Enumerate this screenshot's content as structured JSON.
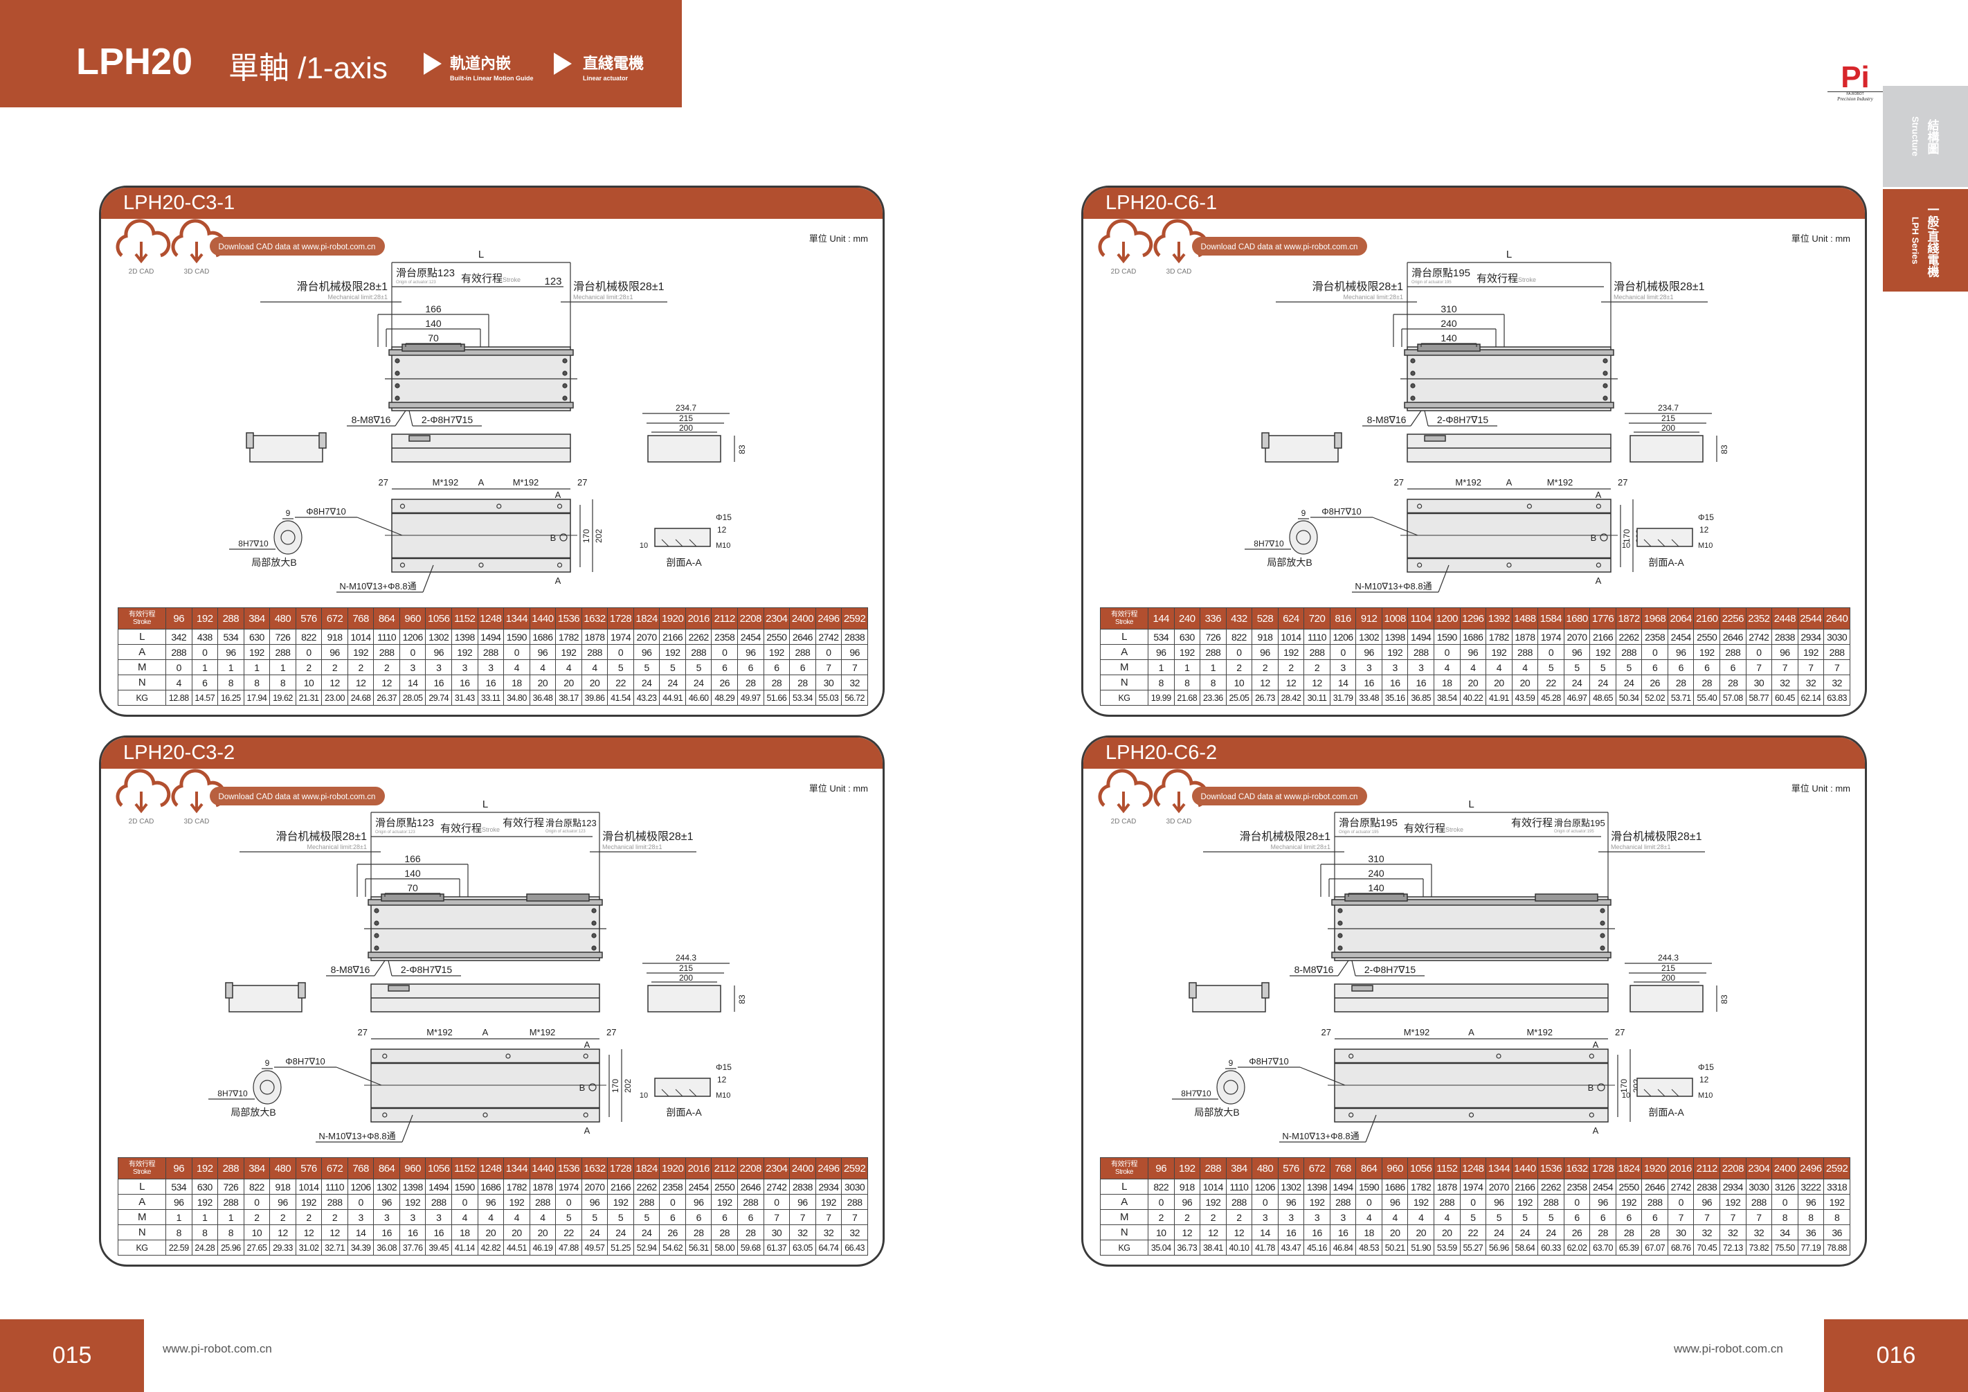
{
  "header": {
    "model": "LPH20",
    "axis": "單軸 /1-axis",
    "feature1_cn": "軌道內嵌",
    "feature1_en": "Built-in Linear Motion Guide",
    "feature2_cn": "直綫電機",
    "feature2_en": "Linear actuator"
  },
  "logo": {
    "mark": "Pi",
    "sub": "FA.ROBOT",
    "tagline": "Precision Industry"
  },
  "side_tabs": [
    {
      "cn": "結構圖",
      "en": "Structure",
      "active": false
    },
    {
      "cn": "一般/直綫電機",
      "en": "LPH Series",
      "active": true
    }
  ],
  "common": {
    "cad2d": "2D CAD",
    "cad3d": "3D CAD",
    "download": "Download CAD data at www.pi-robot.com.cn",
    "unit": "單位 Unit : mm",
    "L": "L",
    "mech_cn": "滑台机械极限28±1",
    "mech_en": "Mechanical limit:28±1",
    "stroke_cn": "有效行程",
    "stroke_en": "Stroke",
    "tap1": "8-M8∇16",
    "tap2": "2-Φ8H7∇15",
    "end_w2": "215",
    "end_w3": "200",
    "end_h": "83",
    "f27": "27",
    "fM": "M*192",
    "fA": "A",
    "fB": "B",
    "f170": "170",
    "f202": "202",
    "pin": "Φ8H7∇10",
    "det9": "9",
    "det_hole": "8H7∇10",
    "det_title": "局部放大B",
    "sec15": "Φ15",
    "sec12": "12",
    "sec10": "10",
    "secM10": "M10",
    "sec_title": "剖面A-A",
    "bottom_holes": "N-M10∇13+Φ8.8通",
    "row_labels": [
      "L",
      "A",
      "M",
      "N",
      "KG"
    ],
    "stroke_head_cn": "有效行程",
    "stroke_head_en": "Stroke"
  },
  "panels": [
    {
      "title": "LPH20-C3-1",
      "origin_cn": "滑台原點123",
      "origin_en": "Origin of actuator:123",
      "right_num": "123",
      "dual": false,
      "dims": [
        "166",
        "140",
        "70"
      ],
      "end_w1": "234.7",
      "table": {
        "stroke": [
          "96",
          "192",
          "288",
          "384",
          "480",
          "576",
          "672",
          "768",
          "864",
          "960",
          "1056",
          "1152",
          "1248",
          "1344",
          "1440",
          "1536",
          "1632",
          "1728",
          "1824",
          "1920",
          "2016",
          "2112",
          "2208",
          "2304",
          "2400",
          "2496",
          "2592"
        ],
        "L": [
          "342",
          "438",
          "534",
          "630",
          "726",
          "822",
          "918",
          "1014",
          "1110",
          "1206",
          "1302",
          "1398",
          "1494",
          "1590",
          "1686",
          "1782",
          "1878",
          "1974",
          "2070",
          "2166",
          "2262",
          "2358",
          "2454",
          "2550",
          "2646",
          "2742",
          "2838"
        ],
        "A": [
          "288",
          "0",
          "96",
          "192",
          "288",
          "0",
          "96",
          "192",
          "288",
          "0",
          "96",
          "192",
          "288",
          "0",
          "96",
          "192",
          "288",
          "0",
          "96",
          "192",
          "288",
          "0",
          "96",
          "192",
          "288",
          "0",
          "96"
        ],
        "M": [
          "0",
          "1",
          "1",
          "1",
          "1",
          "2",
          "2",
          "2",
          "2",
          "3",
          "3",
          "3",
          "3",
          "4",
          "4",
          "4",
          "4",
          "5",
          "5",
          "5",
          "5",
          "6",
          "6",
          "6",
          "6",
          "7",
          "7"
        ],
        "N": [
          "4",
          "6",
          "8",
          "8",
          "8",
          "10",
          "12",
          "12",
          "12",
          "14",
          "16",
          "16",
          "16",
          "18",
          "20",
          "20",
          "20",
          "22",
          "24",
          "24",
          "24",
          "26",
          "28",
          "28",
          "28",
          "30",
          "32"
        ],
        "KG": [
          "12.88",
          "14.57",
          "16.25",
          "17.94",
          "19.62",
          "21.31",
          "23.00",
          "24.68",
          "26.37",
          "28.05",
          "29.74",
          "31.43",
          "33.11",
          "34.80",
          "36.48",
          "38.17",
          "39.86",
          "41.54",
          "43.23",
          "44.91",
          "46.60",
          "48.29",
          "49.97",
          "51.66",
          "53.34",
          "55.03",
          "56.72"
        ]
      }
    },
    {
      "title": "LPH20-C6-1",
      "origin_cn": "滑台原點195",
      "origin_en": "Origin of actuator:195",
      "right_num": "",
      "dual": false,
      "dims": [
        "310",
        "240",
        "140"
      ],
      "end_w1": "234.7",
      "table": {
        "stroke": [
          "144",
          "240",
          "336",
          "432",
          "528",
          "624",
          "720",
          "816",
          "912",
          "1008",
          "1104",
          "1200",
          "1296",
          "1392",
          "1488",
          "1584",
          "1680",
          "1776",
          "1872",
          "1968",
          "2064",
          "2160",
          "2256",
          "2352",
          "2448",
          "2544",
          "2640"
        ],
        "L": [
          "534",
          "630",
          "726",
          "822",
          "918",
          "1014",
          "1110",
          "1206",
          "1302",
          "1398",
          "1494",
          "1590",
          "1686",
          "1782",
          "1878",
          "1974",
          "2070",
          "2166",
          "2262",
          "2358",
          "2454",
          "2550",
          "2646",
          "2742",
          "2838",
          "2934",
          "3030"
        ],
        "A": [
          "96",
          "192",
          "288",
          "0",
          "96",
          "192",
          "288",
          "0",
          "96",
          "192",
          "288",
          "0",
          "96",
          "192",
          "288",
          "0",
          "96",
          "192",
          "288",
          "0",
          "96",
          "192",
          "288",
          "0",
          "96",
          "192",
          "288"
        ],
        "M": [
          "1",
          "1",
          "1",
          "2",
          "2",
          "2",
          "2",
          "3",
          "3",
          "3",
          "3",
          "4",
          "4",
          "4",
          "4",
          "5",
          "5",
          "5",
          "5",
          "6",
          "6",
          "6",
          "6",
          "7",
          "7",
          "7",
          "7"
        ],
        "N": [
          "8",
          "8",
          "8",
          "10",
          "12",
          "12",
          "12",
          "14",
          "16",
          "16",
          "16",
          "18",
          "20",
          "20",
          "20",
          "22",
          "24",
          "24",
          "24",
          "26",
          "28",
          "28",
          "28",
          "30",
          "32",
          "32",
          "32"
        ],
        "KG": [
          "19.99",
          "21.68",
          "23.36",
          "25.05",
          "26.73",
          "28.42",
          "30.11",
          "31.79",
          "33.48",
          "35.16",
          "36.85",
          "38.54",
          "40.22",
          "41.91",
          "43.59",
          "45.28",
          "46.97",
          "48.65",
          "50.34",
          "52.02",
          "53.71",
          "55.40",
          "57.08",
          "58.77",
          "60.45",
          "62.14",
          "63.83"
        ]
      }
    },
    {
      "title": "LPH20-C3-2",
      "origin_cn": "滑台原點123",
      "origin_en": "Origin of actuator:123",
      "right_num": "",
      "dual": true,
      "dims": [
        "166",
        "140",
        "70"
      ],
      "end_w1": "244.3",
      "table": {
        "stroke": [
          "96",
          "192",
          "288",
          "384",
          "480",
          "576",
          "672",
          "768",
          "864",
          "960",
          "1056",
          "1152",
          "1248",
          "1344",
          "1440",
          "1536",
          "1632",
          "1728",
          "1824",
          "1920",
          "2016",
          "2112",
          "2208",
          "2304",
          "2400",
          "2496",
          "2592"
        ],
        "L": [
          "534",
          "630",
          "726",
          "822",
          "918",
          "1014",
          "1110",
          "1206",
          "1302",
          "1398",
          "1494",
          "1590",
          "1686",
          "1782",
          "1878",
          "1974",
          "2070",
          "2166",
          "2262",
          "2358",
          "2454",
          "2550",
          "2646",
          "2742",
          "2838",
          "2934",
          "3030"
        ],
        "A": [
          "96",
          "192",
          "288",
          "0",
          "96",
          "192",
          "288",
          "0",
          "96",
          "192",
          "288",
          "0",
          "96",
          "192",
          "288",
          "0",
          "96",
          "192",
          "288",
          "0",
          "96",
          "192",
          "288",
          "0",
          "96",
          "192",
          "288"
        ],
        "M": [
          "1",
          "1",
          "1",
          "2",
          "2",
          "2",
          "2",
          "3",
          "3",
          "3",
          "3",
          "4",
          "4",
          "4",
          "4",
          "5",
          "5",
          "5",
          "5",
          "6",
          "6",
          "6",
          "6",
          "7",
          "7",
          "7",
          "7"
        ],
        "N": [
          "8",
          "8",
          "8",
          "10",
          "12",
          "12",
          "12",
          "14",
          "16",
          "16",
          "16",
          "18",
          "20",
          "20",
          "20",
          "22",
          "24",
          "24",
          "24",
          "26",
          "28",
          "28",
          "28",
          "30",
          "32",
          "32",
          "32"
        ],
        "KG": [
          "22.59",
          "24.28",
          "25.96",
          "27.65",
          "29.33",
          "31.02",
          "32.71",
          "34.39",
          "36.08",
          "37.76",
          "39.45",
          "41.14",
          "42.82",
          "44.51",
          "46.19",
          "47.88",
          "49.57",
          "51.25",
          "52.94",
          "54.62",
          "56.31",
          "58.00",
          "59.68",
          "61.37",
          "63.05",
          "64.74",
          "66.43"
        ]
      }
    },
    {
      "title": "LPH20-C6-2",
      "origin_cn": "滑台原點195",
      "origin_en": "Origin of actuator:195",
      "right_num": "",
      "dual": true,
      "dims": [
        "310",
        "240",
        "140"
      ],
      "end_w1": "244.3",
      "table": {
        "stroke": [
          "96",
          "192",
          "288",
          "384",
          "480",
          "576",
          "672",
          "768",
          "864",
          "960",
          "1056",
          "1152",
          "1248",
          "1344",
          "1440",
          "1536",
          "1632",
          "1728",
          "1824",
          "1920",
          "2016",
          "2112",
          "2208",
          "2304",
          "2400",
          "2496",
          "2592"
        ],
        "L": [
          "822",
          "918",
          "1014",
          "1110",
          "1206",
          "1302",
          "1398",
          "1494",
          "1590",
          "1686",
          "1782",
          "1878",
          "1974",
          "2070",
          "2166",
          "2262",
          "2358",
          "2454",
          "2550",
          "2646",
          "2742",
          "2838",
          "2934",
          "3030",
          "3126",
          "3222",
          "3318"
        ],
        "A": [
          "0",
          "96",
          "192",
          "288",
          "0",
          "96",
          "192",
          "288",
          "0",
          "96",
          "192",
          "288",
          "0",
          "96",
          "192",
          "288",
          "0",
          "96",
          "192",
          "288",
          "0",
          "96",
          "192",
          "288",
          "0",
          "96",
          "192"
        ],
        "M": [
          "2",
          "2",
          "2",
          "2",
          "3",
          "3",
          "3",
          "3",
          "4",
          "4",
          "4",
          "4",
          "5",
          "5",
          "5",
          "5",
          "6",
          "6",
          "6",
          "6",
          "7",
          "7",
          "7",
          "7",
          "8",
          "8",
          "8"
        ],
        "N": [
          "10",
          "12",
          "12",
          "12",
          "14",
          "16",
          "16",
          "16",
          "18",
          "20",
          "20",
          "20",
          "22",
          "24",
          "24",
          "24",
          "26",
          "28",
          "28",
          "28",
          "30",
          "32",
          "32",
          "32",
          "34",
          "36",
          "36"
        ],
        "KG": [
          "35.04",
          "36.73",
          "38.41",
          "40.10",
          "41.78",
          "43.47",
          "45.16",
          "46.84",
          "48.53",
          "50.21",
          "51.90",
          "53.59",
          "55.27",
          "56.96",
          "58.64",
          "60.33",
          "62.02",
          "63.70",
          "65.39",
          "67.07",
          "68.76",
          "70.45",
          "72.13",
          "73.82",
          "75.50",
          "77.19",
          "78.88"
        ]
      }
    }
  ],
  "footer": {
    "left_page": "015",
    "right_page": "016",
    "url": "www.pi-robot.com.cn"
  },
  "colors": {
    "brand": "#b24f2f",
    "tab_gray": "#cfd0d2",
    "logo_red": "#d7262b"
  }
}
